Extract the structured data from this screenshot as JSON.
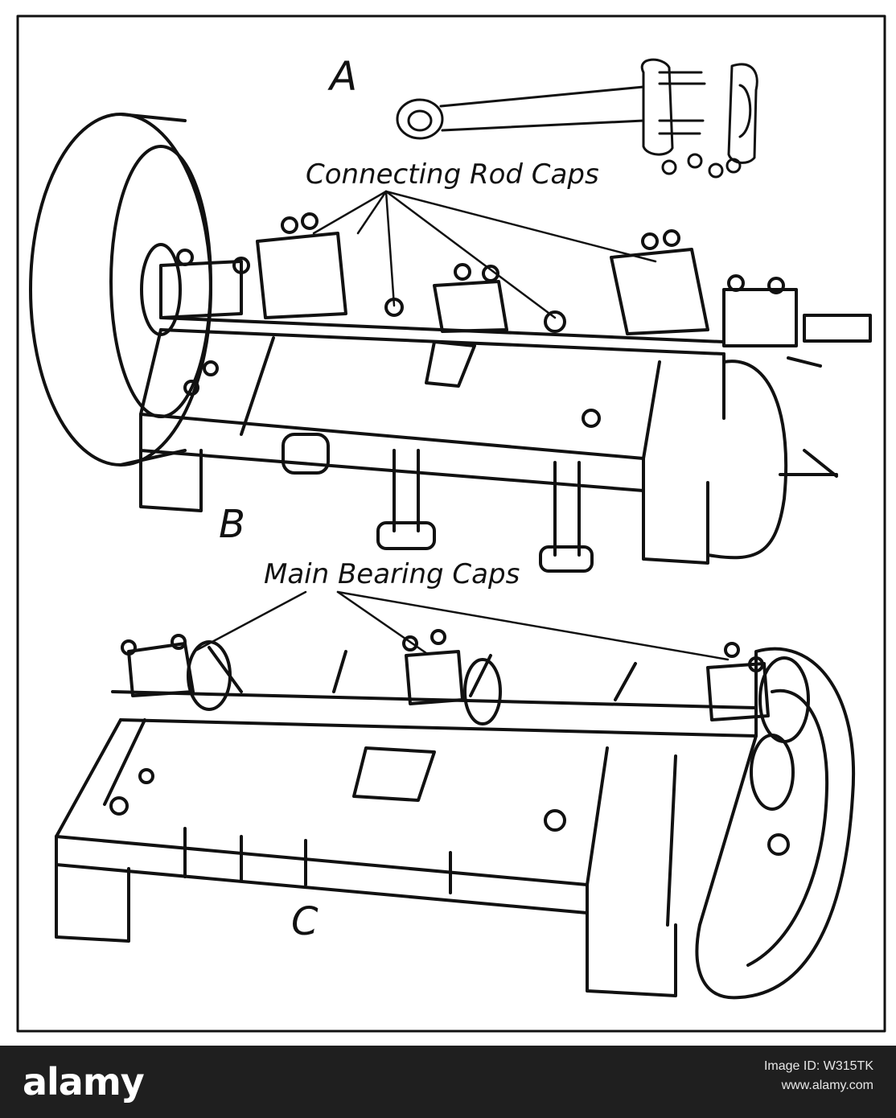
{
  "labels": {
    "a": "A",
    "b": "B",
    "c": "C",
    "connecting_rod_caps": "Connecting Rod Caps",
    "main_bearing_caps": "Main Bearing Caps"
  },
  "footer": {
    "logo": "alamy",
    "image_id_label": "Image ID: W315TK",
    "site": "www.alamy.com"
  },
  "colors": {
    "ink": "#111111",
    "footer_bg": "#1f1f1f"
  }
}
